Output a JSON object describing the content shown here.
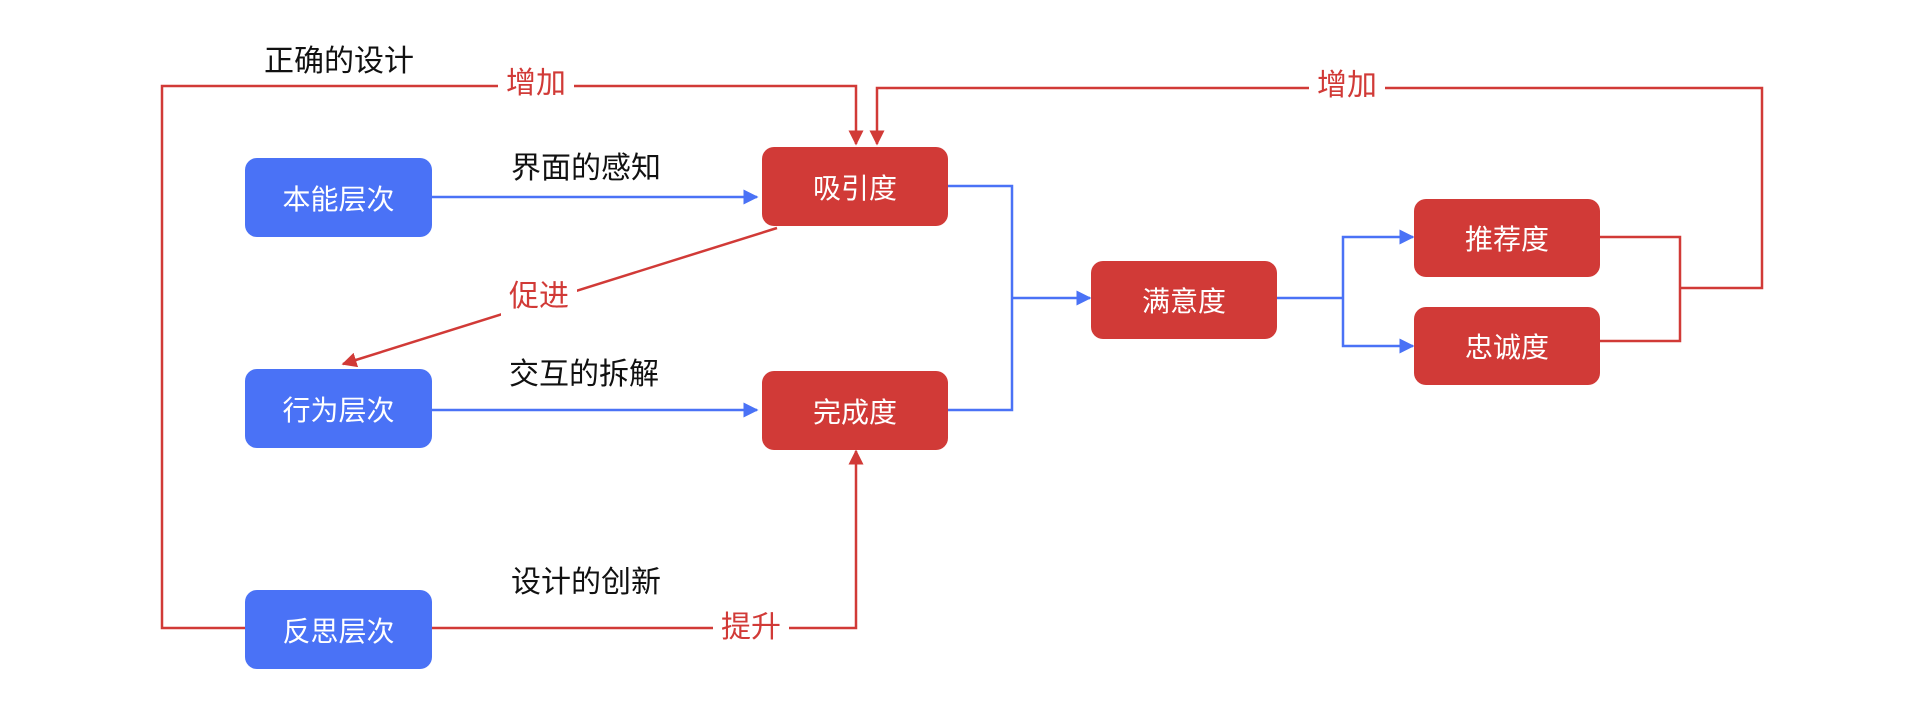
{
  "colors": {
    "blue": "#4a72f6",
    "red": "#d13a37",
    "text": "#111111"
  },
  "nodes": {
    "instinct": "本能层次",
    "behavior": "行为层次",
    "reflection": "反思层次",
    "attraction": "吸引度",
    "completion": "完成度",
    "satisfaction": "满意度",
    "recommendation": "推荐度",
    "loyalty": "忠诚度"
  },
  "labels": {
    "correct_design": "正确的设计",
    "increase_left": "增加",
    "increase_right": "增加",
    "interface_perception": "界面的感知",
    "promote": "促进",
    "interaction_breakdown": "交互的拆解",
    "design_innovation": "设计的创新",
    "improve": "提升"
  }
}
